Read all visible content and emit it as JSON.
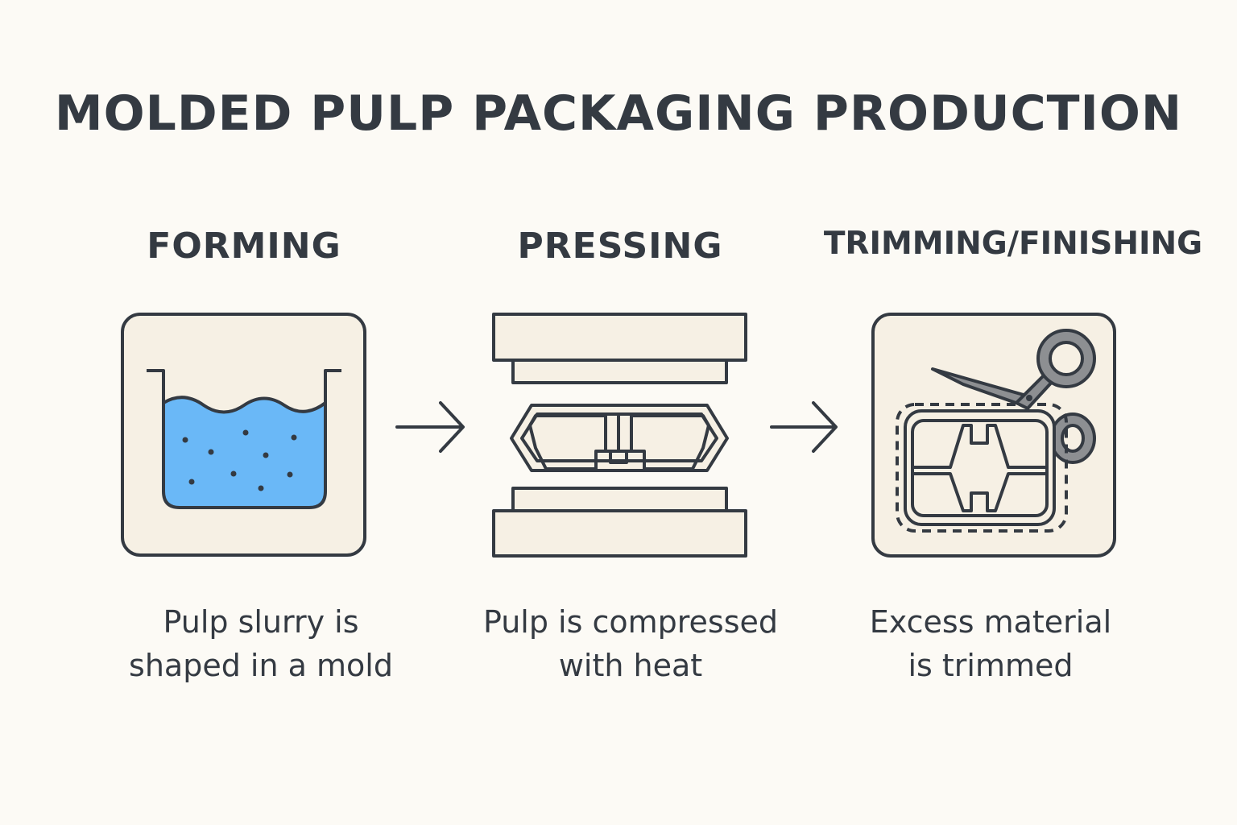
{
  "title": "MOLDED PULP PACKAGING PRODUCTION",
  "steps": [
    {
      "label": "FORMING",
      "description_line1": "Pulp slurry is",
      "description_line2": "shaped in a mold",
      "icon": "pulp-vat-icon"
    },
    {
      "label": "PRESSING",
      "description_line1": "Pulp is compressed",
      "description_line2": "with heat",
      "icon": "press-icon"
    },
    {
      "label": "TRIMMING/FINISHING",
      "description_line1": "Excess material",
      "description_line2": "is trimmed",
      "icon": "scissors-trim-icon"
    }
  ],
  "colors": {
    "background": "#fcfaf5",
    "ink": "#343a42",
    "panel": "#f6f0e4",
    "slurry": "#6ab8f7",
    "scissors": "#8d8f92"
  }
}
